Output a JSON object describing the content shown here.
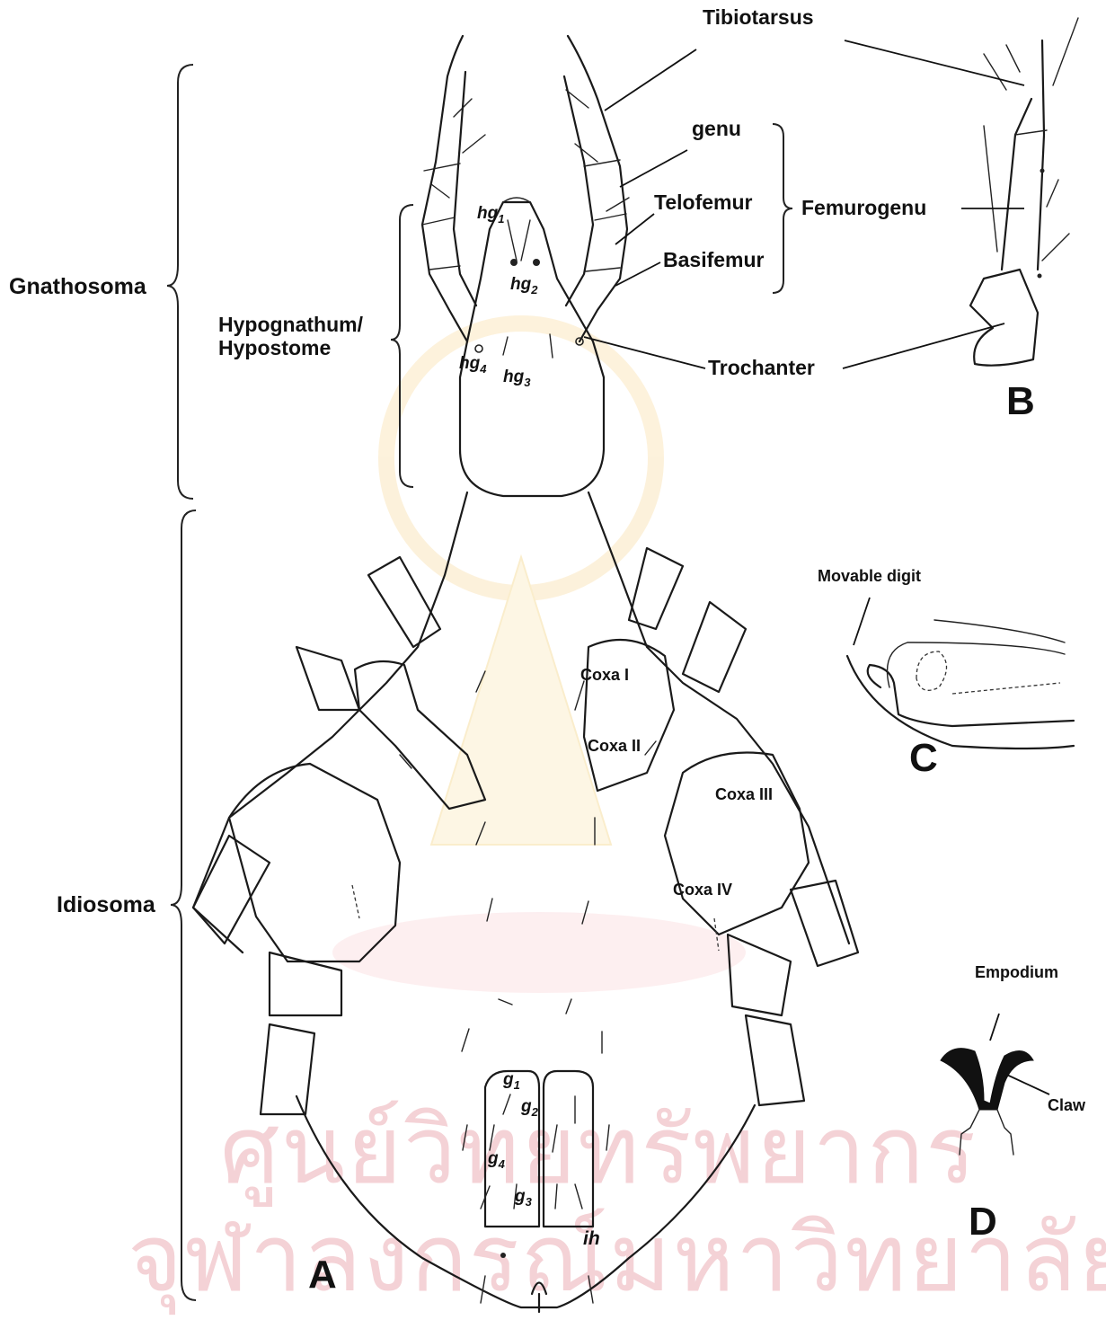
{
  "panels": {
    "a": "A",
    "b": "B",
    "c": "C",
    "d": "D"
  },
  "labels": {
    "gnathosoma": "Gnathosoma",
    "idiosoma": "Idiosoma",
    "hypognathum": "Hypognathum/",
    "hypostome": "Hypostome",
    "tibiotarsus": "Tibiotarsus",
    "genu": "genu",
    "telofemur": "Telofemur",
    "basifemur": "Basifemur",
    "femurogenu": "Femurogenu",
    "trochanter": "Trochanter",
    "coxa_1": "Coxa I",
    "coxa_2": "Coxa II",
    "coxa_3": "Coxa III",
    "coxa_4": "Coxa IV",
    "movable_digit": "Movable digit",
    "empodium": "Empodium",
    "claw": "Claw"
  },
  "setae": {
    "hg1": {
      "base": "hg",
      "sub": "1"
    },
    "hg2": {
      "base": "hg",
      "sub": "2"
    },
    "hg3": {
      "base": "hg",
      "sub": "3"
    },
    "hg4": {
      "base": "hg",
      "sub": "4"
    },
    "g1": {
      "base": "g",
      "sub": "1"
    },
    "g2": {
      "base": "g",
      "sub": "2"
    },
    "g3": {
      "base": "g",
      "sub": "3"
    },
    "g4": {
      "base": "g",
      "sub": "4"
    },
    "ih": "ih"
  },
  "watermark": {
    "line1": "ศูนย์วิทยทรัพยากร",
    "line2": "จุฬาลงกรณ์มหาวิทยาลัย",
    "color": "#f4d2d6"
  }
}
